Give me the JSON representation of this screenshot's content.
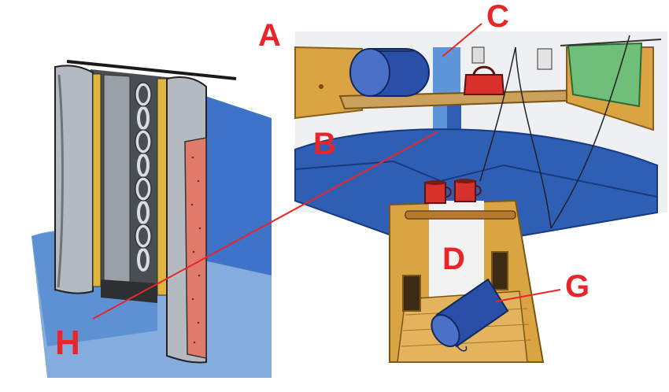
{
  "labels": {
    "a": "A",
    "b": "B",
    "c": "C",
    "d": "D",
    "g": "G",
    "h": "H"
  },
  "colors": {
    "label_red": "#e8262a",
    "cushion_blue": "#2f5fb5",
    "wood": "#d9a441",
    "hull_white": "#eef0f2",
    "sleeping_bag_blue": "#2a4fa8",
    "bag_red": "#d8312b",
    "towel_green": "#6fbf7a",
    "canvas_gray": "#b7bcc2",
    "chain_gray": "#8a8f95",
    "strip_pink": "#e07b6c"
  },
  "icons": {
    "sleeping_bag": "sleeping-bag",
    "tote_bag": "tote-bag",
    "towel": "hanging-towel",
    "mugs": "coffee-mugs",
    "stowed_bag": "rolled-bag",
    "chain": "anchor-chain"
  }
}
